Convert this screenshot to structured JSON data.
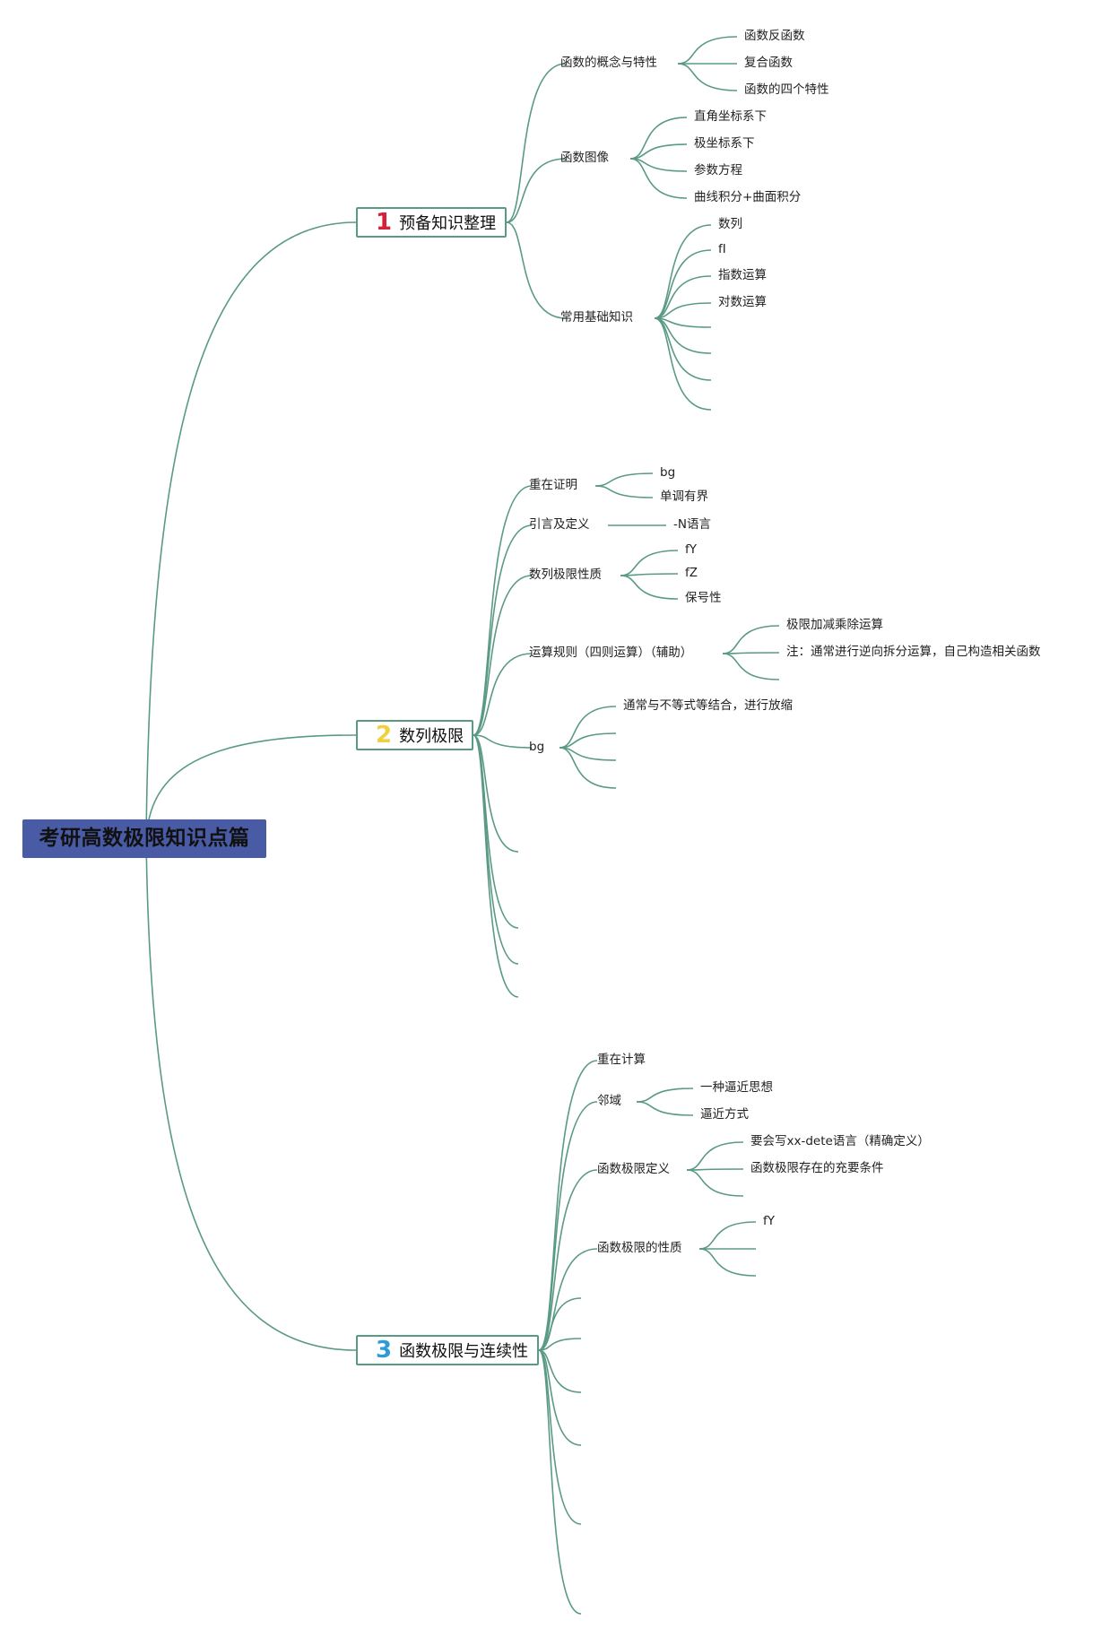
{
  "root": {
    "title": "考研高数极限知识点篇"
  },
  "topics": [
    {
      "num": "1",
      "num_color": "#d6203a",
      "label": "预备知识整理",
      "children": [
        {
          "label": "函数的概念与特性",
          "children": [
            "函数反函数",
            "复合函数",
            "函数的四个特性"
          ]
        },
        {
          "label": "函数图像",
          "children": [
            "直角坐标系下",
            "极坐标系下",
            "参数方程",
            "曲线积分+曲面积分"
          ]
        },
        {
          "label": "常用基础知识",
          "children": [
            "数列",
            "fI",
            "指数运算",
            "对数运算",
            "",
            "",
            "",
            ""
          ]
        }
      ]
    },
    {
      "num": "2",
      "num_color": "#f2cf3c",
      "label": "数列极限",
      "children": [
        {
          "label": "重在证明",
          "children": [
            "bg",
            "单调有界"
          ]
        },
        {
          "label": "引言及定义",
          "children": [
            "-N语言"
          ]
        },
        {
          "label": "数列极限性质",
          "children": [
            "fY",
            "fZ",
            "保号性"
          ]
        },
        {
          "label": "运算规则（四则运算）（辅助）",
          "children": [
            "极限加减乘除运算",
            "注：通常进行逆向拆分运算，自己构造相关函数",
            ""
          ]
        },
        {
          "label": "bg",
          "children": [
            "通常与不等式等结合，进行放缩",
            "",
            "",
            ""
          ]
        },
        {
          "label": "",
          "children": []
        },
        {
          "label": "",
          "children": []
        },
        {
          "label": "",
          "children": []
        },
        {
          "label": "",
          "children": []
        }
      ]
    },
    {
      "num": "3",
      "num_color": "#2d9bd6",
      "label": "函数极限与连续性",
      "children": [
        {
          "label": "重在计算",
          "children": []
        },
        {
          "label": "邻域",
          "children": [
            "一种逼近思想",
            "逼近方式"
          ]
        },
        {
          "label": "函数极限定义",
          "children": [
            "要会写xx-dete语言（精确定义）",
            "函数极限存在的充要条件",
            ""
          ]
        },
        {
          "label": "函数极限的性质",
          "children": [
            "fY",
            "",
            ""
          ]
        },
        {
          "label": "",
          "children": []
        },
        {
          "label": "",
          "children": []
        },
        {
          "label": "",
          "children": []
        },
        {
          "label": "",
          "children": []
        },
        {
          "label": "",
          "children": []
        },
        {
          "label": "",
          "children": []
        }
      ]
    }
  ],
  "line_color": "#5a9a84"
}
